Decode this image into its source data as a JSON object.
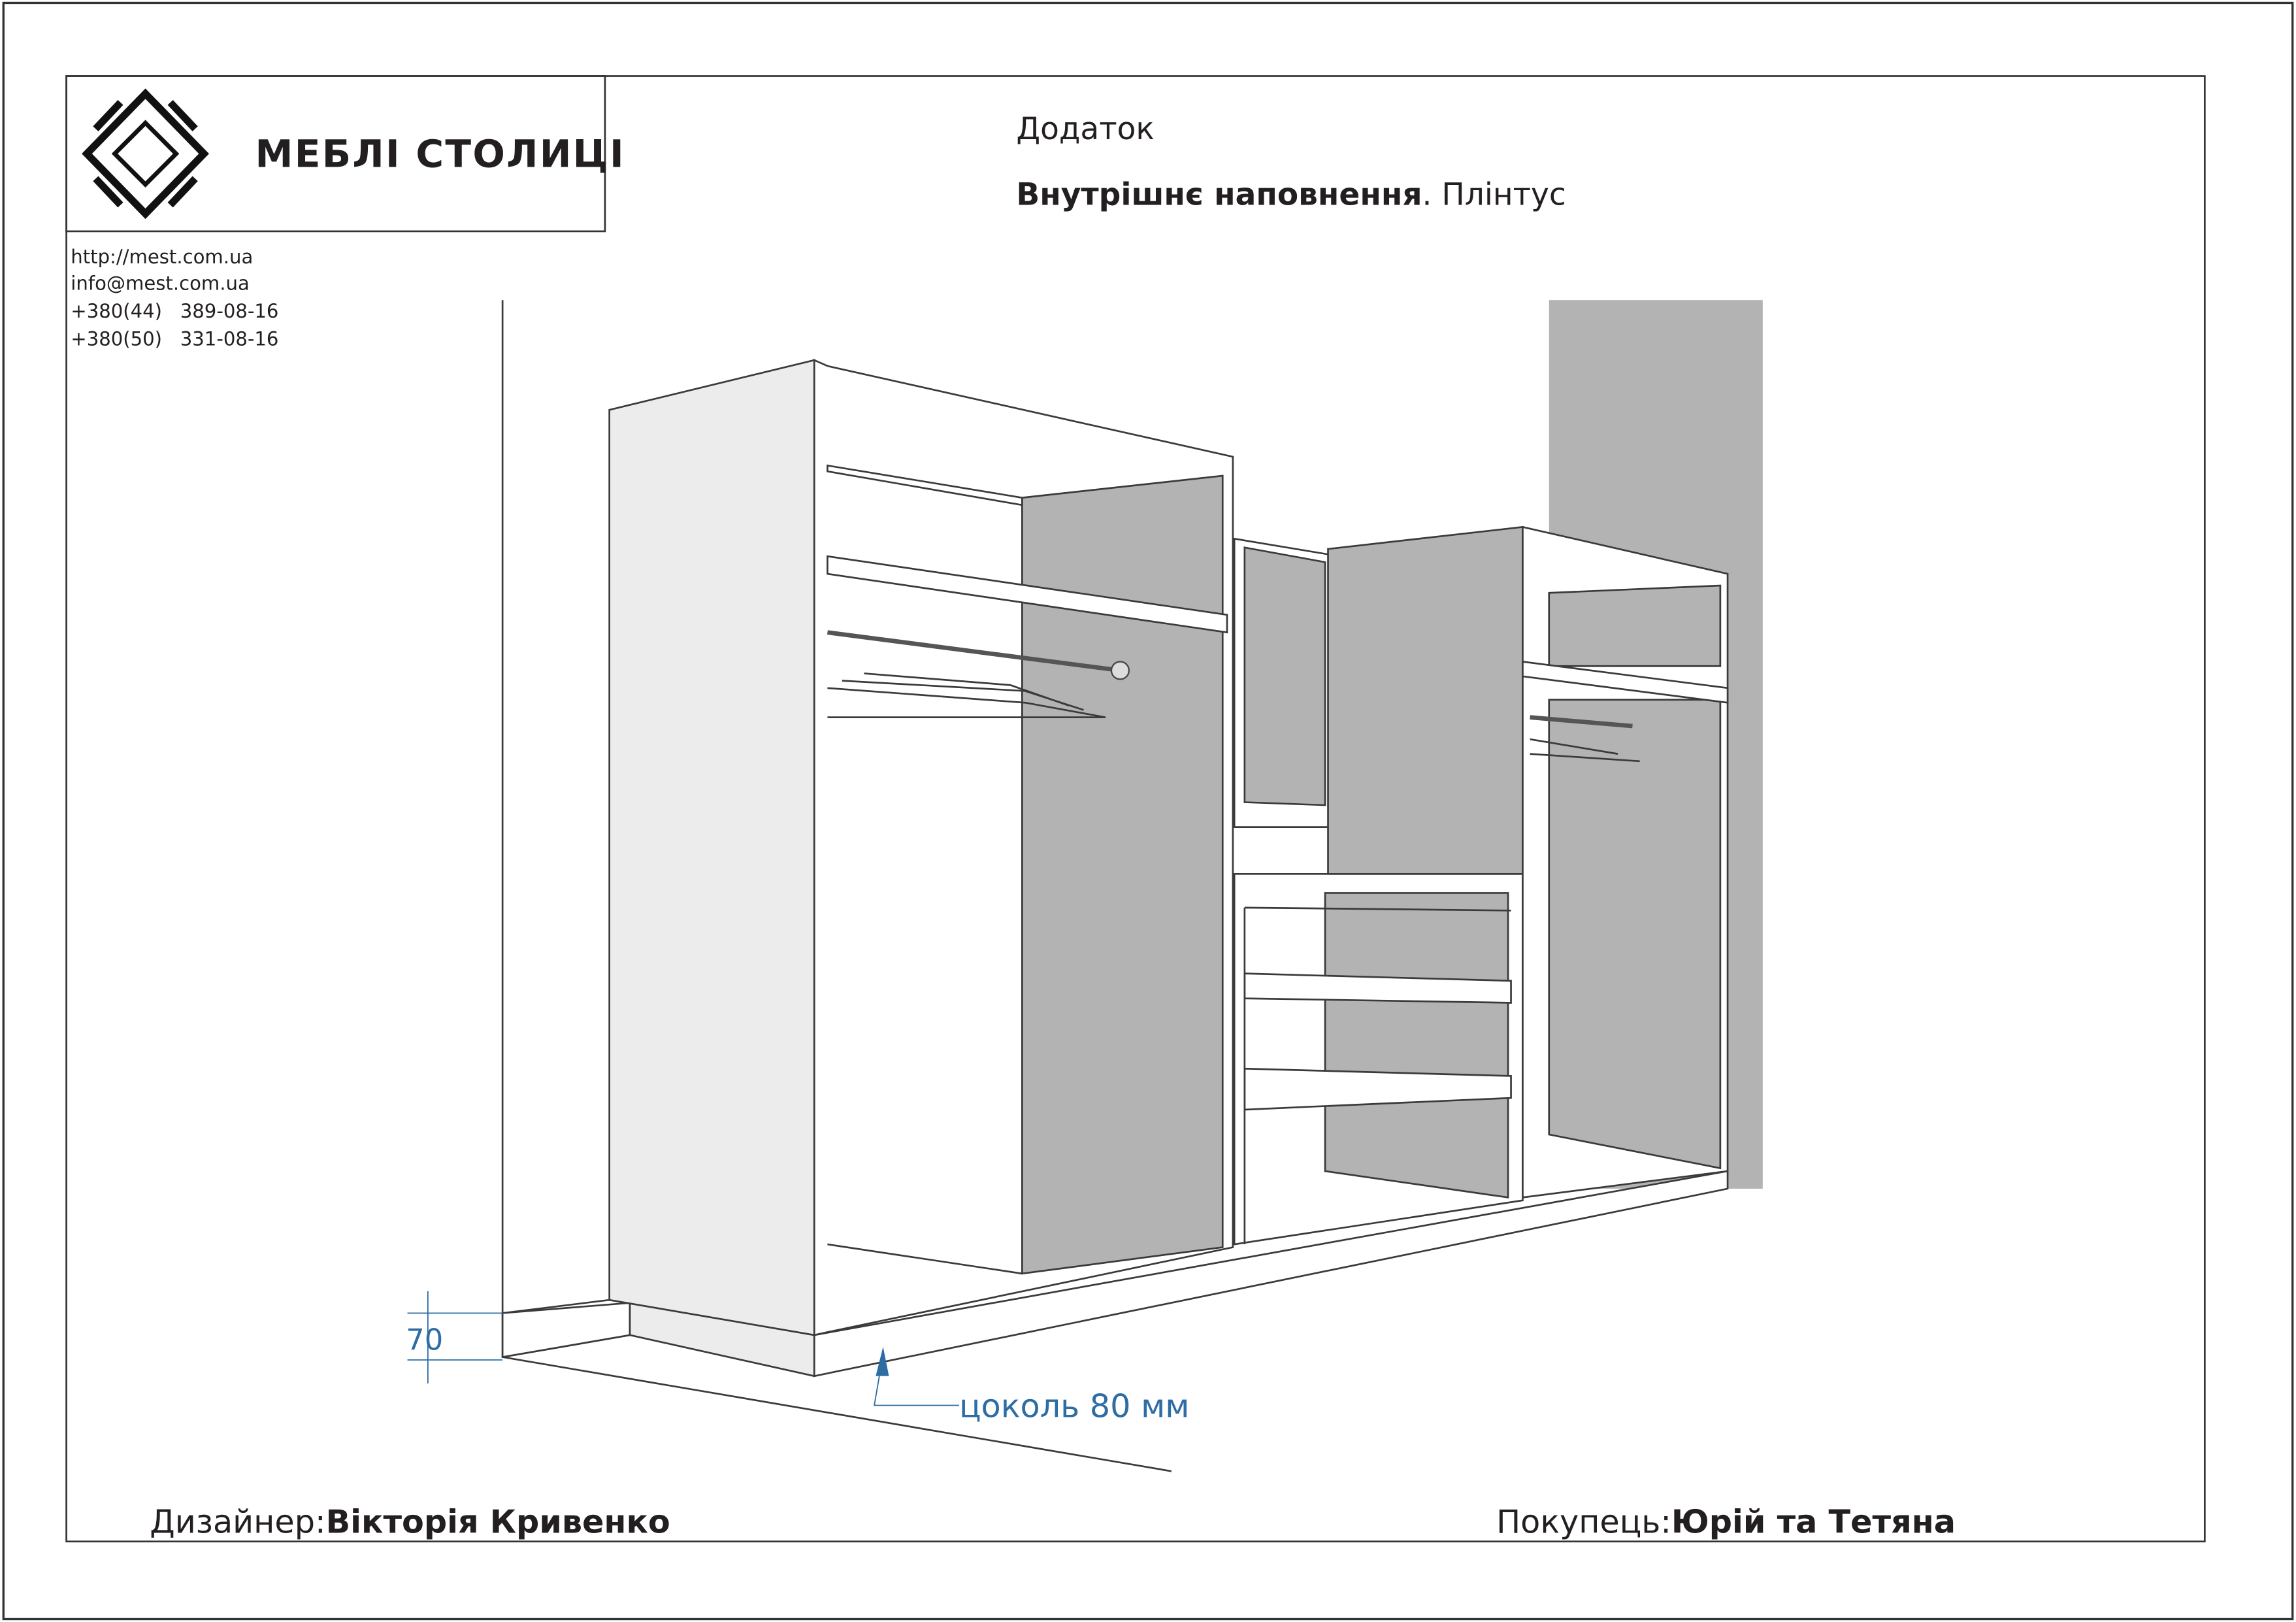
{
  "logo": {
    "brand": "МЕБЛІ СТОЛИЦІ"
  },
  "contacts": [
    "http://mest.com.ua",
    "info@mest.com.ua",
    "+380(44)   389-08-16",
    "+380(50)   331-08-16"
  ],
  "header": {
    "subtitle": "Додаток",
    "title_bold": "Внутрішнє наповнення",
    "title_rest": ". Плінтус"
  },
  "annotations": {
    "dimension": "70",
    "plinth_label": "цоколь 80 мм"
  },
  "footer": {
    "designer_label": "Дизайнер:",
    "designer_name": "Вікторія Кривенко",
    "customer_label": "Покупець:",
    "customer_name": "Юрій та Тетяна"
  },
  "colors": {
    "annotation": "#2e6da4",
    "panel": "#b3b3b3"
  }
}
